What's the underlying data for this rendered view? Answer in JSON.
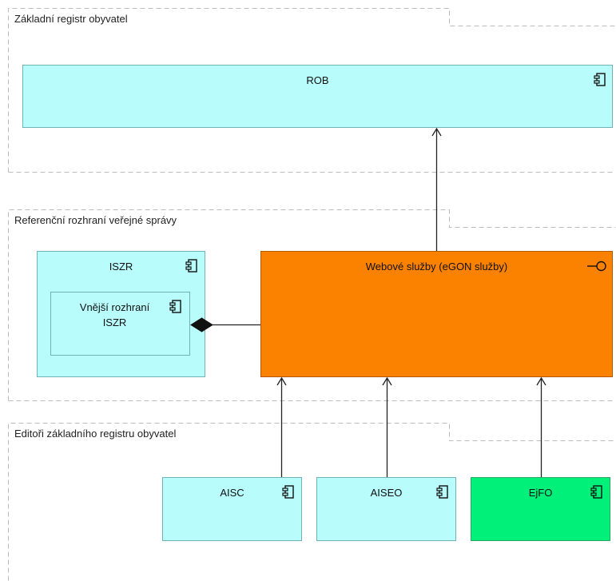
{
  "groups": {
    "zro": {
      "title": "Základní registr obyvatel"
    },
    "rozhrani": {
      "title": "Referenční rozhraní veřejné správy"
    },
    "editori": {
      "title": "Editoři základního registru obyvatel"
    }
  },
  "nodes": {
    "rob": {
      "label": "ROB",
      "icon": "component-icon"
    },
    "iszr": {
      "label": "ISZR",
      "icon": "component-icon"
    },
    "vnejsi": {
      "label_line1": "Vnější rozhraní",
      "label_line2": "ISZR",
      "icon": "component-icon"
    },
    "webove": {
      "label": "Webové služby (eGON služby)",
      "icon": "interface-icon"
    },
    "aisc": {
      "label": "AISC",
      "icon": "component-icon"
    },
    "aiseo": {
      "label": "AISEO",
      "icon": "component-icon"
    },
    "ejfo": {
      "label": "EjFO",
      "icon": "component-icon"
    }
  },
  "colors": {
    "component_fill": "#b8fcfc",
    "component_border": "#6fb3b8",
    "service_fill": "#fb8200",
    "service_border": "#b35a00",
    "editor_highlight": "#00f07a",
    "frame_dash": "#bdbdbd",
    "connector": "#222222"
  }
}
